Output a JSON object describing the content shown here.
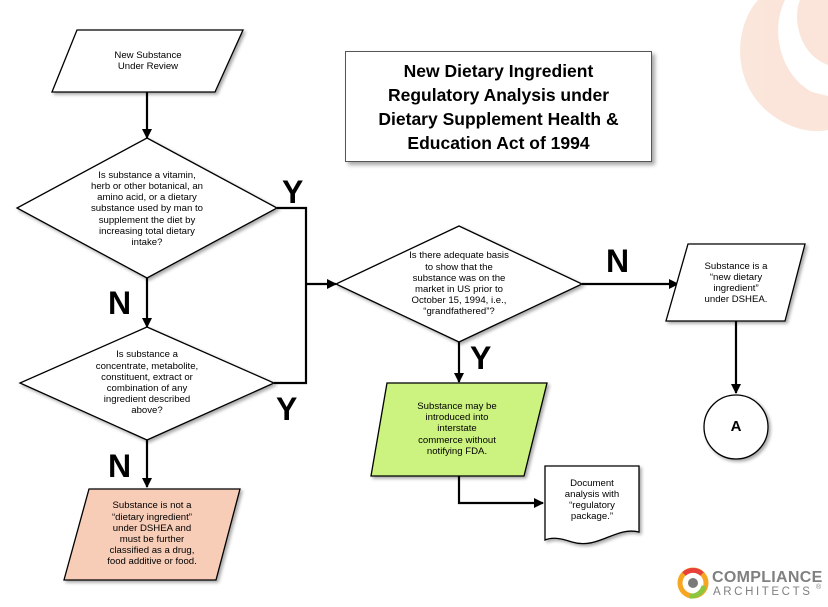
{
  "title": "New Dietary Ingredient\nRegulatory Analysis under\nDietary Supplement Health &\nEducation Act of 1994",
  "nodes": {
    "start": "New Substance\nUnder Review",
    "decision1": "Is substance a vitamin,\nherb or other botanical, an\namino acid, or a dietary\nsubstance used by man to\nsupplement the diet by\nincreasing total dietary\nintake?",
    "decision2": "Is substance a\nconcentrate, metabolite,\nconstituent, extract or\ncombination of any\ningredient described\nabove?",
    "not_dietary": "Substance is not a\n“dietary ingredient”\nunder DSHEA and\nmust be further\nclassified as a drug,\nfood additive or food.",
    "decision3": "Is there adequate basis\nto show that the\nsubstance was on the\nmarket in US prior to\nOctober 15, 1994, i.e.,\n“grandfathered”?",
    "new_ingredient": "Substance is a\n“new dietary\ningredient”\nunder DSHEA.",
    "introduced": "Substance may be\nintroduced into\ninterstate\ncommerce without\nnotifying FDA.",
    "document": "Document\nanalysis with\n“regulatory\npackage.”",
    "connector": "A"
  },
  "edge_labels": {
    "d1_yes": "Y",
    "d1_no": "N",
    "d2_yes": "Y",
    "d2_no": "N",
    "d3_no": "N",
    "d3_yes": "Y"
  },
  "logo": {
    "line1": "COMPLIANCE",
    "line2": "ARCHITECTS",
    "mark": "®"
  },
  "colors": {
    "green_box": "#ccf27f",
    "salmon_box": "#f8cdb8",
    "logo_text": "#808080",
    "corner_deco": "#f2a47d"
  }
}
